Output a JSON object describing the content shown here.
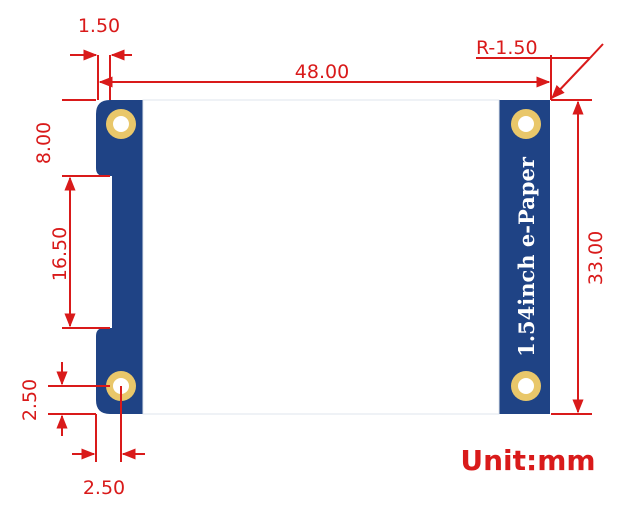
{
  "module": {
    "label": "1.54inch  e-Paper",
    "colors": {
      "pcb": "#1f4385",
      "pcb_shade": "#2b55a0",
      "pad": "#e9c76a",
      "screen": "#ffffff",
      "dimension": "#d91a1a"
    }
  },
  "dimensions": {
    "width": "48.00",
    "height": "33.00",
    "top_offset": "1.50",
    "corner_radius": "R-1.50",
    "left_top_segment": "8.00",
    "notch": "16.50",
    "bottom_vertical": "2.50",
    "bottom_horizontal": "2.50"
  },
  "unit": "Unit:mm"
}
